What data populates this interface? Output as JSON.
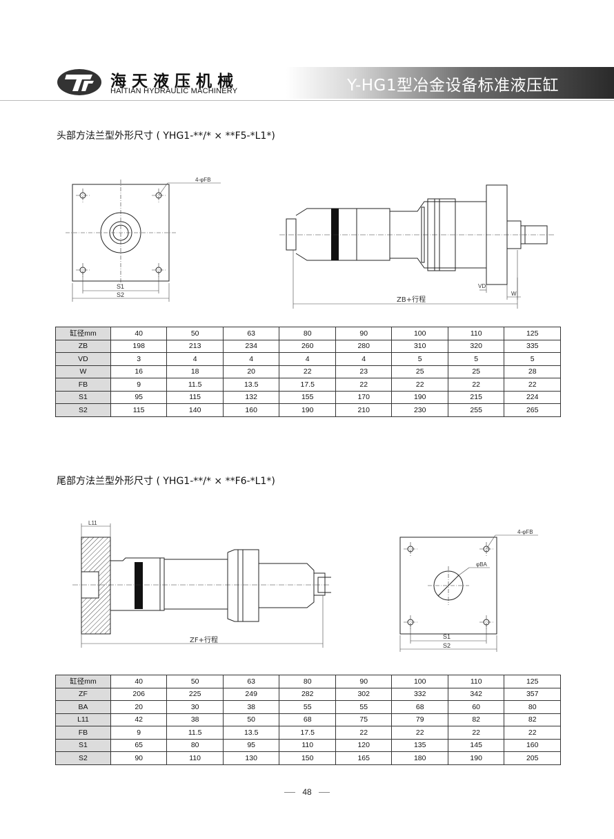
{
  "header": {
    "brand_cn": "海天液压机械",
    "brand_en": "HAITIAN HYDRAULIC MACHINERY",
    "title": "Y-HG1型冶金设备标准液压缸"
  },
  "section1": {
    "title": "头部方法兰型外形尺寸 ( YHG1-**/* × **F5-*L1*)",
    "labels": {
      "fb": "4-φFB",
      "s1": "S1",
      "s2": "S2",
      "vd": "VD",
      "w": "W",
      "zb": "ZB+行程"
    },
    "table": [
      [
        "缸径mm",
        "40",
        "50",
        "63",
        "80",
        "90",
        "100",
        "110",
        "125"
      ],
      [
        "ZB",
        "198",
        "213",
        "234",
        "260",
        "280",
        "310",
        "320",
        "335"
      ],
      [
        "VD",
        "3",
        "4",
        "4",
        "4",
        "4",
        "5",
        "5",
        "5"
      ],
      [
        "W",
        "16",
        "18",
        "20",
        "22",
        "23",
        "25",
        "25",
        "28"
      ],
      [
        "FB",
        "9",
        "11.5",
        "13.5",
        "17.5",
        "22",
        "22",
        "22",
        "22"
      ],
      [
        "S1",
        "95",
        "115",
        "132",
        "155",
        "170",
        "190",
        "215",
        "224"
      ],
      [
        "S2",
        "115",
        "140",
        "160",
        "190",
        "210",
        "230",
        "255",
        "265"
      ]
    ]
  },
  "section2": {
    "title": "尾部方法兰型外形尺寸 ( YHG1-**/* × **F6-*L1*)",
    "labels": {
      "l11": "L11",
      "zf": "ZF+行程",
      "fb": "4-φFB",
      "ba": "φBA",
      "s1": "S1",
      "s2": "S2"
    },
    "table": [
      [
        "缸径mm",
        "40",
        "50",
        "63",
        "80",
        "90",
        "100",
        "110",
        "125"
      ],
      [
        "ZF",
        "206",
        "225",
        "249",
        "282",
        "302",
        "332",
        "342",
        "357"
      ],
      [
        "BA",
        "20",
        "30",
        "38",
        "55",
        "55",
        "68",
        "60",
        "80"
      ],
      [
        "L11",
        "42",
        "38",
        "50",
        "68",
        "75",
        "79",
        "82",
        "82"
      ],
      [
        "FB",
        "9",
        "11.5",
        "13.5",
        "17.5",
        "22",
        "22",
        "22",
        "22"
      ],
      [
        "S1",
        "65",
        "80",
        "95",
        "110",
        "120",
        "135",
        "145",
        "160"
      ],
      [
        "S2",
        "90",
        "110",
        "130",
        "150",
        "165",
        "180",
        "190",
        "205"
      ]
    ]
  },
  "footer": {
    "page_number": "48"
  }
}
